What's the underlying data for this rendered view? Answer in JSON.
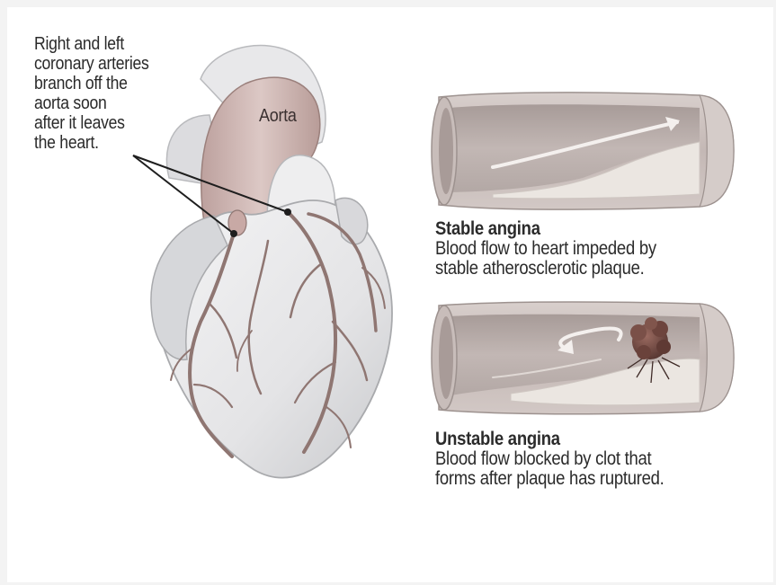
{
  "callout": {
    "lines": [
      "Right and left",
      "coronary arteries",
      "branch off the",
      "aorta soon",
      "after it leaves",
      "the heart."
    ]
  },
  "aorta_label": "Aorta",
  "stable": {
    "title": "Stable angina",
    "lines": [
      "Blood flow to heart impeded by",
      "stable atherosclerotic plaque."
    ]
  },
  "unstable": {
    "title": "Unstable angina",
    "lines": [
      "Blood flow blocked by clot that",
      "forms after plaque has ruptured."
    ]
  },
  "colors": {
    "heart": "#e9e9ea",
    "heart_shade": "#cfd0d2",
    "aorta": "#cdb5b3",
    "artery": "#8f7672",
    "vessel_wall": "#cdc4c1",
    "vessel_inner": "#b7aca9",
    "plaque": "#ebe6e1",
    "clot": "#6e4a43"
  }
}
